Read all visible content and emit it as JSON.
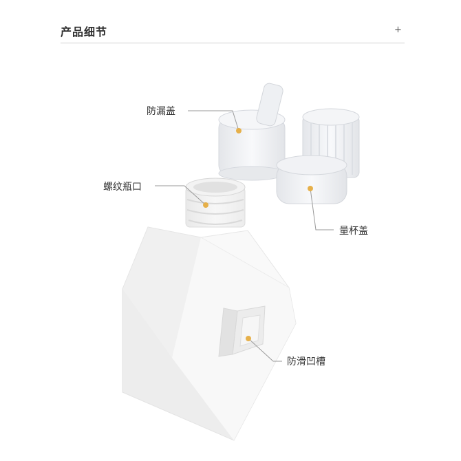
{
  "header": {
    "title": "产品细节",
    "plus": "+"
  },
  "callouts": {
    "leak_cap": "防漏盖",
    "thread_mouth": "螺纹瓶口",
    "measuring_cap": "量杯盖",
    "grip_groove": "防滑凹槽"
  },
  "colors": {
    "dot": "#e6b04a",
    "line": "#9a9a9a"
  }
}
